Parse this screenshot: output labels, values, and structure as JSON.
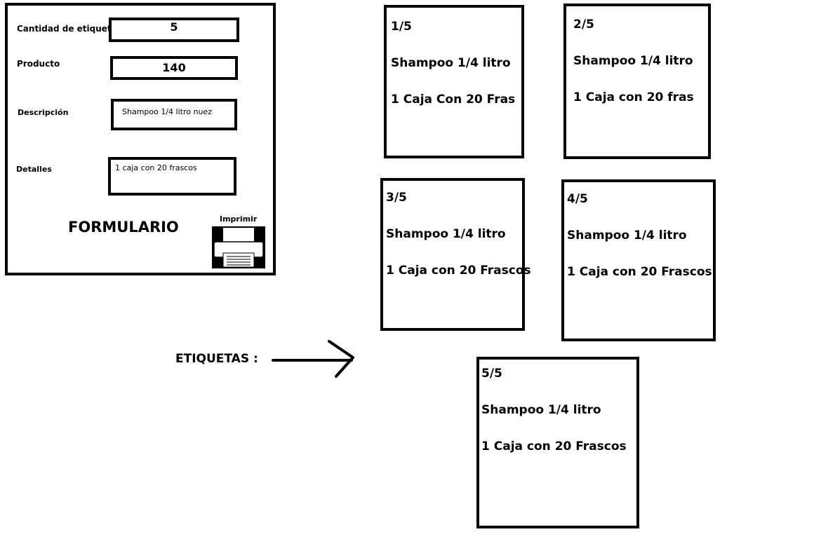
{
  "form": {
    "quantity_label": "Cantidad de etiquetas",
    "quantity_value": "5",
    "product_label": "Producto",
    "product_value": "140",
    "description_label": "Descripción",
    "description_value": "Shampoo 1/4 litro nuez",
    "details_label": "Detalles",
    "details_value": "1 caja con 20 frascos",
    "title": "FORMULARIO",
    "print_label": "Imprimir",
    "print_icon": "printer-icon"
  },
  "etiquetas_label": "ETIQUETAS :",
  "labels": [
    {
      "index": "1/5",
      "line1": "Shampoo 1/4 litro",
      "line2": "1 Caja Con 20 Fras"
    },
    {
      "index": "2/5",
      "line1": "Shampoo 1/4 litro",
      "line2": "1 Caja con 20 fras"
    },
    {
      "index": "3/5",
      "line1": "Shampoo 1/4 litro",
      "line2": "1 Caja con 20 Frascos"
    },
    {
      "index": "4/5",
      "line1": "Shampoo 1/4 litro",
      "line2": "1 Caja con 20 Frascos"
    },
    {
      "index": "5/5",
      "line1": "Shampoo 1/4 litro",
      "line2": "1 Caja con 20 Frascos"
    }
  ]
}
